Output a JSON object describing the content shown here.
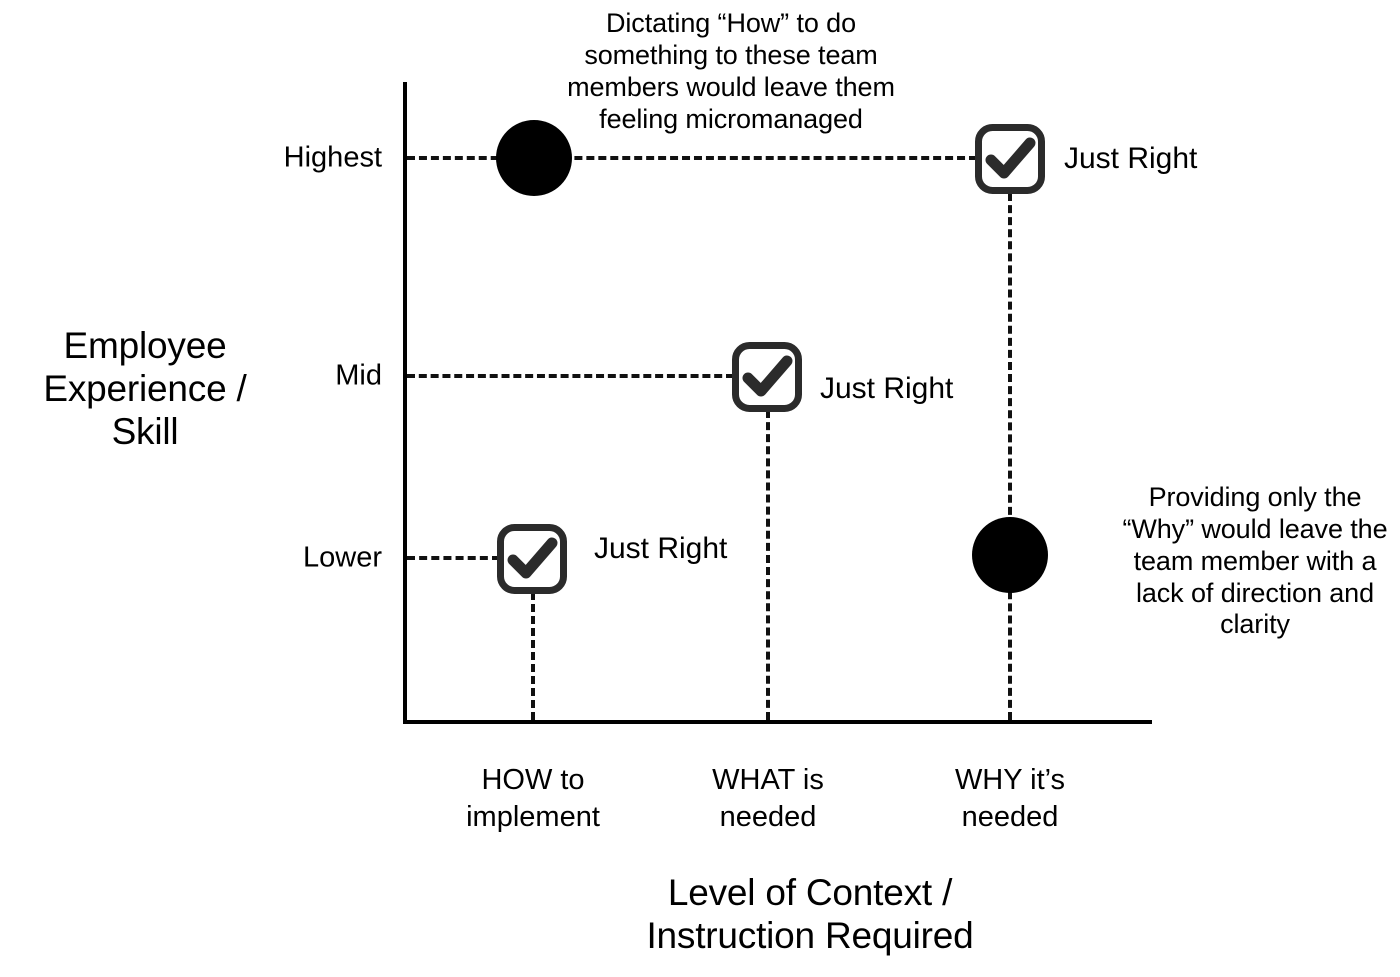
{
  "chart_data": {
    "type": "scatter",
    "title": "",
    "xlabel": "Level of Context / Instruction Required",
    "ylabel": "Employee Experience / Skill",
    "x_categories": [
      "HOW to implement",
      "WHAT is needed",
      "WHY it’s needed"
    ],
    "y_categories": [
      "Lower",
      "Mid",
      "Highest"
    ],
    "grid": false,
    "legend": "none",
    "points": [
      {
        "x": "HOW to implement",
        "y": "Highest",
        "marker": "filled-circle",
        "meaning": "bad-fit",
        "label": ""
      },
      {
        "x": "WHY it’s needed",
        "y": "Highest",
        "marker": "checkbox",
        "meaning": "good-fit",
        "label": "Just Right"
      },
      {
        "x": "WHAT is needed",
        "y": "Mid",
        "marker": "checkbox",
        "meaning": "good-fit",
        "label": "Just Right"
      },
      {
        "x": "HOW to implement",
        "y": "Lower",
        "marker": "checkbox",
        "meaning": "good-fit",
        "label": "Just Right"
      },
      {
        "x": "WHY it’s needed",
        "y": "Lower",
        "marker": "filled-circle",
        "meaning": "bad-fit",
        "label": ""
      }
    ],
    "annotations": [
      {
        "id": "how-micromanaged",
        "text": "Dictating “How” to do something to these team members would leave them feeling micromanaged",
        "anchor": "HOW to implement / Highest"
      },
      {
        "id": "why-lack-of-direction",
        "text": "Providing only the “Why” would leave the team member with a lack of direction and clarity",
        "anchor": "WHY it’s needed / Lower"
      }
    ]
  },
  "axes": {
    "y_title": "Employee\nExperience /\nSkill",
    "x_title": "Level of Context /\nInstruction Required",
    "y_ticks": [
      {
        "label": "Highest"
      },
      {
        "label": "Mid"
      },
      {
        "label": "Lower"
      }
    ],
    "x_ticks": [
      {
        "label": "HOW to\nimplement"
      },
      {
        "label": "WHAT is\nneeded"
      },
      {
        "label": "WHY it’s\nneeded"
      }
    ]
  },
  "markers": {
    "just_right_label": "Just Right"
  },
  "annotations": {
    "how": "Dictating “How” to do\nsomething to these team\nmembers would leave them\nfeeling micromanaged",
    "why": "Providing only the\n“Why” would leave the\nteam member with a\nlack of direction and\nclarity"
  },
  "colors": {
    "ink": "#000000",
    "marker_outline": "#2b2b2b",
    "background": "#ffffff"
  }
}
